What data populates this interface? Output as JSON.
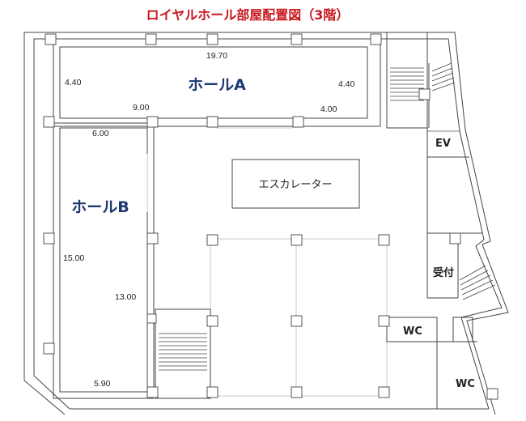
{
  "title": "ロイヤルホール部屋配置図（3階）",
  "halls": {
    "a": {
      "label": "ホールA",
      "dimensions": [
        "19.70",
        "4.40",
        "4.40",
        "9.00",
        "4.00"
      ]
    },
    "b": {
      "label": "ホールB",
      "dimensions": [
        "6.00",
        "15.00",
        "13.00",
        "5.90"
      ]
    }
  },
  "rooms": {
    "escalator": "エスカレーター",
    "elevator": "EV",
    "reception": "受付",
    "restroom_1": "WC",
    "restroom_2": "WC"
  },
  "colors": {
    "title": "#c8161d",
    "hall_label": "#1d3a73"
  }
}
